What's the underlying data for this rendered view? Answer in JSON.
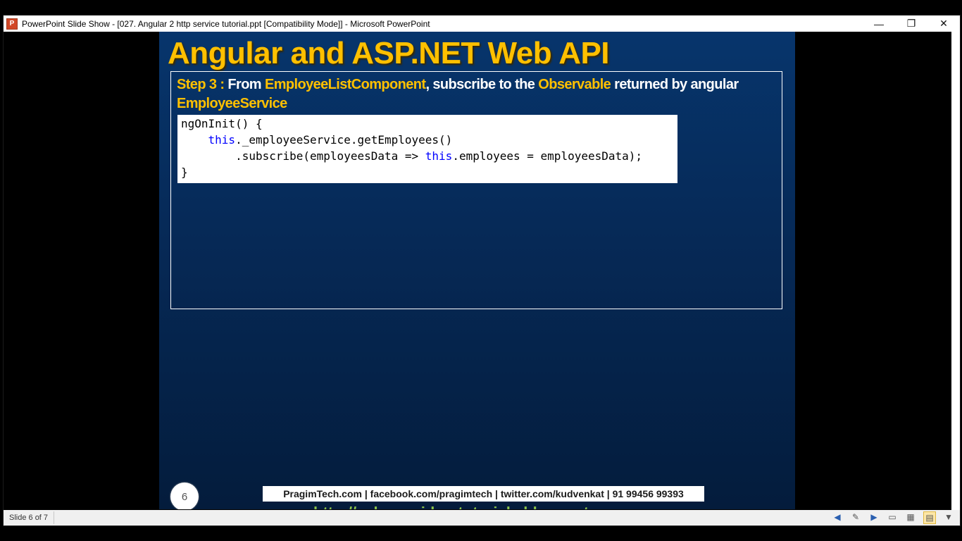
{
  "window": {
    "app_icon_letter": "P",
    "title": "PowerPoint Slide Show - [027. Angular 2 http service tutorial.ppt [Compatibility Mode]] - Microsoft PowerPoint",
    "controls": {
      "minimize": "—",
      "restore": "❐",
      "close": "✕"
    }
  },
  "slide": {
    "title": "Angular and ASP.NET Web API",
    "step": {
      "prefix": "Step 3 :",
      "t1": " From ",
      "component": "EmployeeListComponent",
      "t2": ", subscribe to the ",
      "observable": "Observable",
      "t3": " returned by angular ",
      "service": "EmployeeService"
    },
    "code": {
      "line1": "ngOnInit() {",
      "line2_indent": "    ",
      "line2_kw": "this",
      "line2_rest": "._employeeService.getEmployees()",
      "line3_pre": "        .subscribe(employeesData => ",
      "line3_kw": "this",
      "line3_rest": ".employees = employeesData);",
      "line4": "}"
    },
    "number": "6",
    "footer_contacts": "PragimTech.com | facebook.com/pragimtech  | twitter.com/kudvenkat  | 91 99456 99393",
    "footer_url": "http://csharp-video-tutorials.blogspot.com"
  },
  "status": {
    "slide_indicator": "Slide 6 of 7"
  },
  "colors": {
    "accent": "#ffc000",
    "slide_bg": "#06305f",
    "keyword": "#0000ff",
    "url": "#8bc34a"
  }
}
